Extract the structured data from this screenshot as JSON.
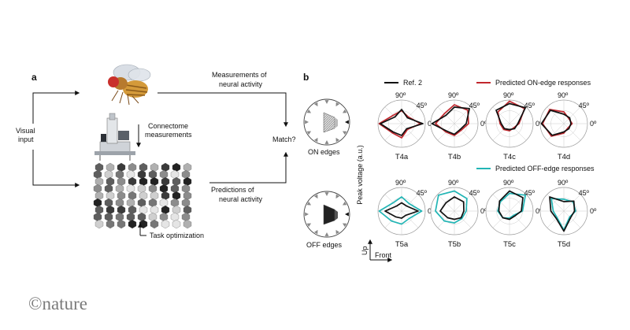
{
  "panel_a": {
    "label": "a",
    "visual_input": [
      "Visual",
      "input"
    ],
    "connectome": [
      "Connectome",
      "measurements"
    ],
    "measure_activity": [
      "Measurements of",
      "neural activity"
    ],
    "predictions": [
      "Predictions of",
      "neural activity"
    ],
    "match": "Match?",
    "task_optimization": "Task optimization"
  },
  "panel_b": {
    "label": "b",
    "on_edges": "ON edges",
    "off_edges": "OFF edges",
    "ylabel": "Peak voltage (a.u.)",
    "axis_up": "Up",
    "axis_front": "Front",
    "legend_ref": "Ref. 2",
    "legend_on": "Predicted ON-edge responses",
    "legend_off": "Predicted OFF-edge responses",
    "angle_90": "90º",
    "angle_45": "45º",
    "angle_0": "0º"
  },
  "colors": {
    "reference": "#111111",
    "on_prediction": "#c1272d",
    "off_prediction": "#22b5b5"
  },
  "cells": {
    "top_row": [
      "T4a",
      "T4b",
      "T4c",
      "T4d"
    ],
    "bottom_row": [
      "T5a",
      "T5b",
      "T5c",
      "T5d"
    ]
  },
  "branding": {
    "logo": "©nature"
  },
  "icons": [
    "fly-illustration",
    "microscope-illustration",
    "neural-network-illustration",
    "stimulus-dial-icon"
  ]
}
